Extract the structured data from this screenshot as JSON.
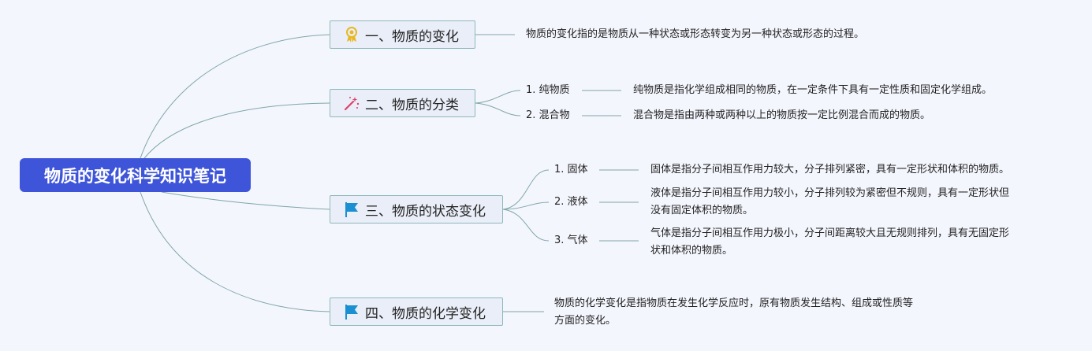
{
  "root": {
    "title": "物质的变化科学知识笔记"
  },
  "branches": [
    {
      "title": "一、物质的变化",
      "icon": "medal-icon",
      "desc": "物质的变化指的是物质从一种状态或形态转变为另一种状态或形态的过程。"
    },
    {
      "title": "二、物质的分类",
      "icon": "magic-wand-icon",
      "children": [
        {
          "label": "1. 纯物质",
          "desc": "纯物质是指化学组成相同的物质，在一定条件下具有一定性质和固定化学组成。"
        },
        {
          "label": "2. 混合物",
          "desc": "混合物是指由两种或两种以上的物质按一定比例混合而成的物质。"
        }
      ]
    },
    {
      "title": "三、物质的状态变化",
      "icon": "flag-icon",
      "children": [
        {
          "label": "1. 固体",
          "desc": "固体是指分子间相互作用力较大，分子排列紧密，具有一定形状和体积的物质。"
        },
        {
          "label": "2. 液体",
          "desc_lines": [
            "液体是指分子间相互作用力较小，分子排列较为紧密但不规则，具有一定形状但",
            "没有固定体积的物质。"
          ]
        },
        {
          "label": "3. 气体",
          "desc_lines": [
            "气体是指分子间相互作用力极小，分子间距离较大且无规则排列，具有无固定形",
            "状和体积的物质。"
          ]
        }
      ]
    },
    {
      "title": "四、物质的化学变化",
      "icon": "flag-icon",
      "desc_lines": [
        "物质的化学变化是指物质在发生化学反应时，原有物质发生结构、组成或性质等",
        "方面的变化。"
      ]
    }
  ],
  "colors": {
    "root": "#3f55d9",
    "line": "#6f9d9d",
    "flag": "#1a8fd1",
    "wand": "#e0406a",
    "medal": "#e8b820"
  }
}
